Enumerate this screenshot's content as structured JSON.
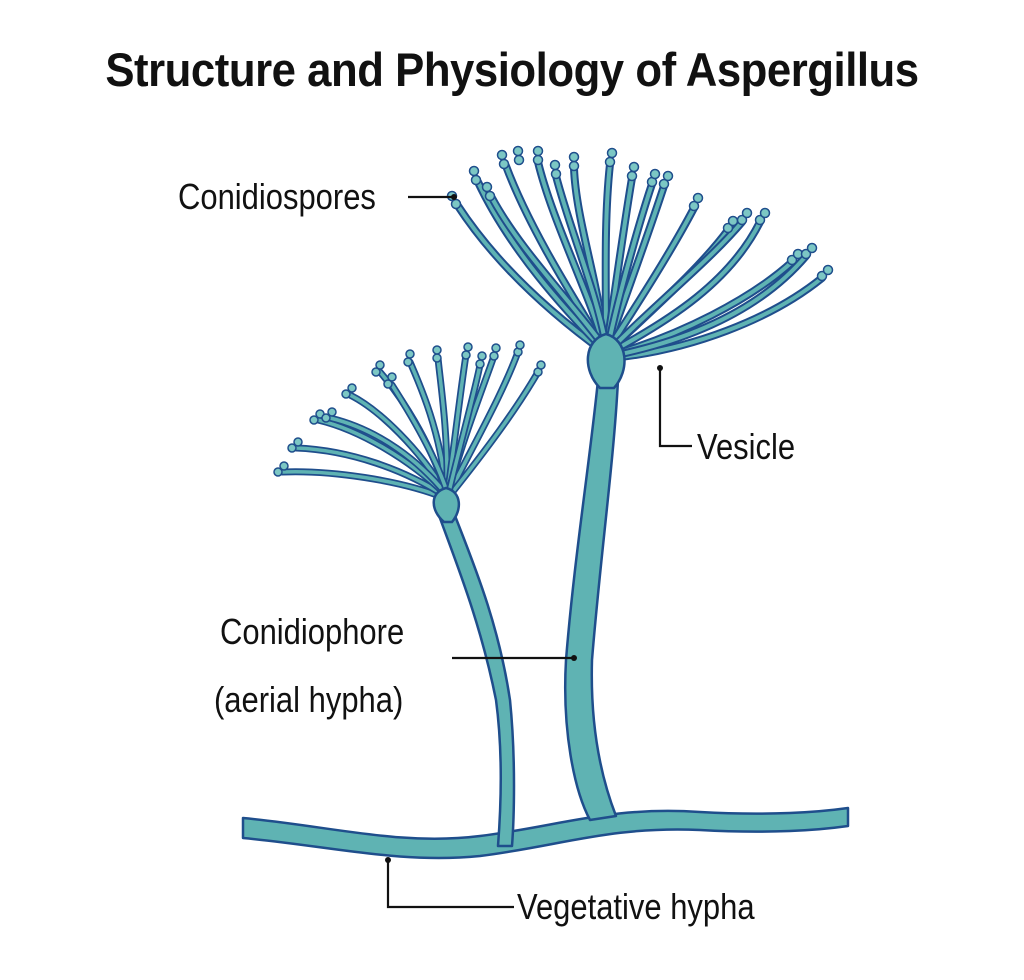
{
  "title": "Structure and Physiology of Aspergillus",
  "labels": {
    "conidiospores": "Conidiospores",
    "vesicle": "Vesicle",
    "conidiophore": "Conidiophore",
    "conidiophore_note": "(aerial hypha)",
    "vegetative_hypha": "Vegetative hypha"
  },
  "colors": {
    "fill": "#5fb3b3",
    "fill_light": "#7cc7c4",
    "outline": "#1f4e8c",
    "text": "#111111",
    "leader_line": "#111111"
  }
}
